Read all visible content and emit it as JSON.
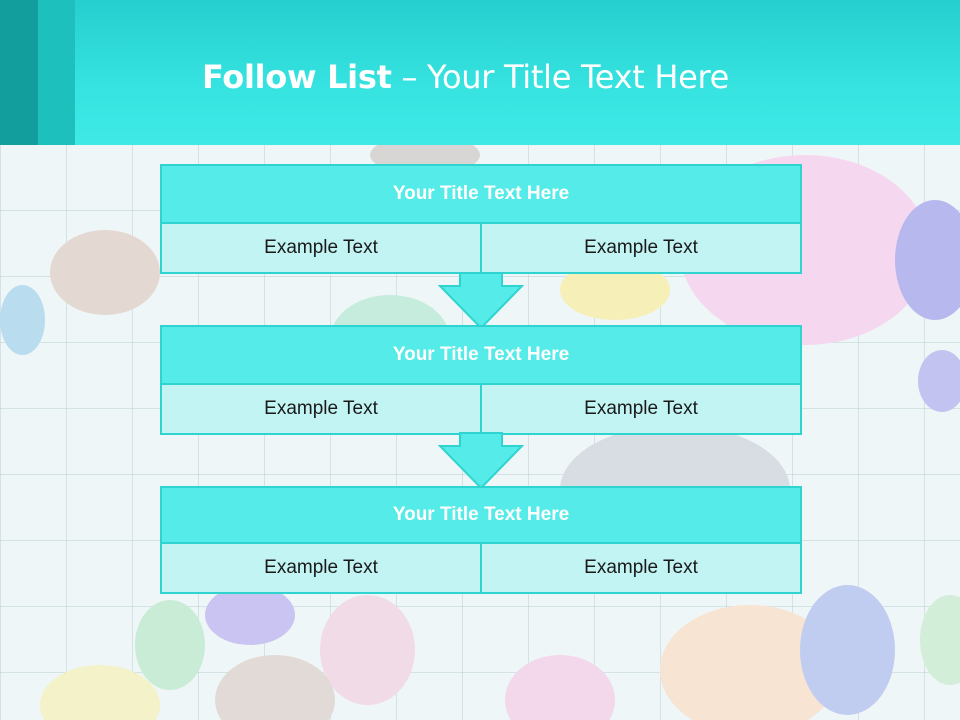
{
  "title": {
    "bold": "Follow List",
    "rest": " – Your Title Text Here"
  },
  "steps": [
    {
      "heading": "Your Title Text Here",
      "left": "Example Text",
      "right": "Example Text"
    },
    {
      "heading": "Your Title Text Here",
      "left": "Example Text",
      "right": "Example Text"
    },
    {
      "heading": "Your Title Text Here",
      "left": "Example Text",
      "right": "Example Text"
    }
  ],
  "colors": {
    "accent": "#36e3e0",
    "box_head": "#55ebe8",
    "box_body": "#c2f4f3",
    "border": "#2fd4d1"
  }
}
